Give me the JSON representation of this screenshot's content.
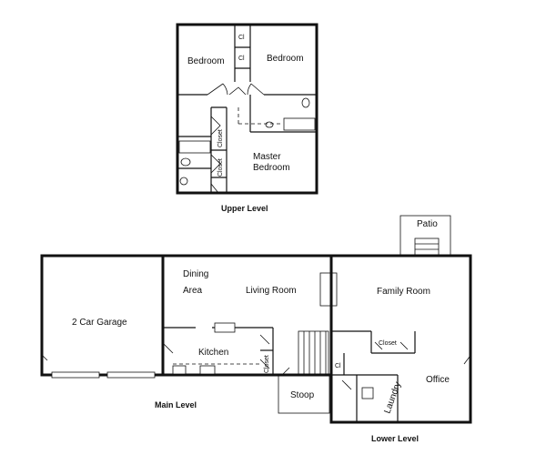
{
  "levels": {
    "upper": "Upper Level",
    "main": "Main Level",
    "lower": "Lower Level"
  },
  "upper": {
    "bedroom_left": "Bedroom",
    "bedroom_right": "Bedroom",
    "closet_top": "Cl",
    "closet_mid": "Cl",
    "closet_hall": "Closet",
    "closet_bath": "Closet",
    "master_line1": "Master",
    "master_line2": "Bedroom"
  },
  "main": {
    "garage": "2 Car Garage",
    "dining_line1": "Dining",
    "dining_line2": "Area",
    "living": "Living Room",
    "kitchen": "Kitchen",
    "closet": "Closet",
    "stoop": "Stoop"
  },
  "lower": {
    "patio": "Patio",
    "family": "Family Room",
    "closet": "Closet",
    "cl": "Cl",
    "office": "Office",
    "laundry": "Laundry"
  }
}
